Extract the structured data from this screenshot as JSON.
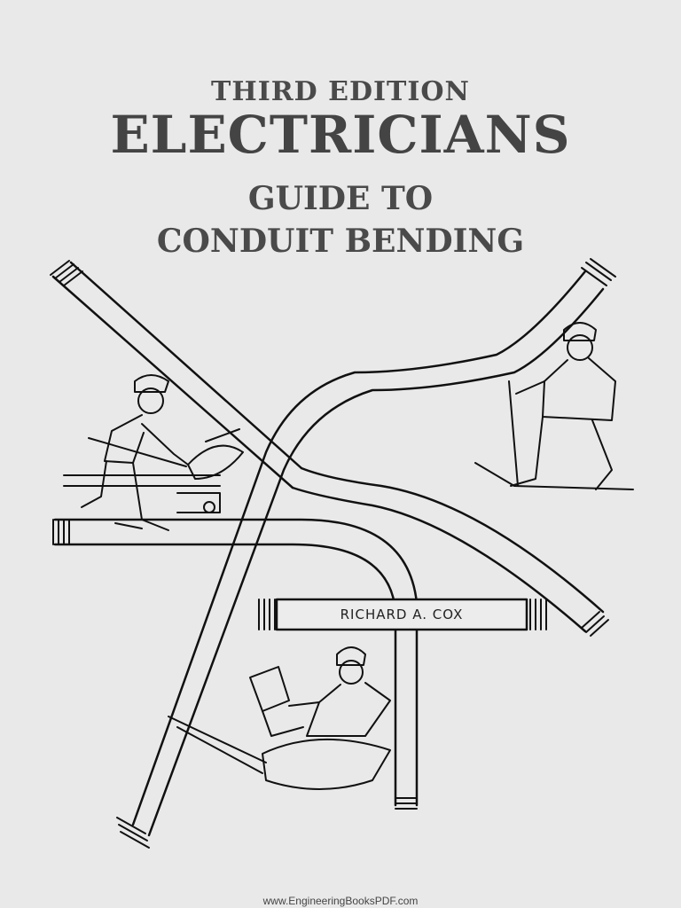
{
  "cover": {
    "edition": "THIRD EDITION",
    "title": "ELECTRICIANS",
    "subtitle_line1": "GUIDE TO",
    "subtitle_line2": "CONDUIT BENDING",
    "author": "RICHARD A. COX"
  },
  "footer": {
    "watermark": "www.EngineeringBooksPDF.com"
  },
  "colors": {
    "background": "#e9e9e9",
    "title_text": "#4a4a4a",
    "line_art": "#111111"
  },
  "illustration": {
    "icons": [
      "worker-with-hand-bender-icon",
      "worker-with-bending-machine-icon",
      "worker-with-electric-bender-icon"
    ]
  }
}
